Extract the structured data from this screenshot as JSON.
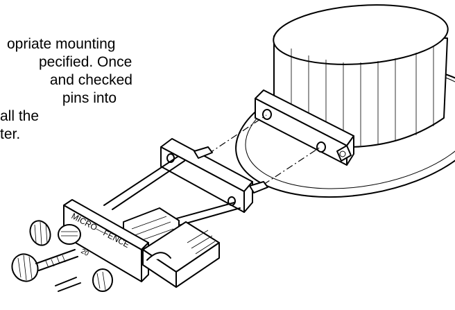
{
  "instructions": {
    "lines": [
      "opriate mounting",
      "pecified. Once",
      " and checked",
      " pins into",
      "all the",
      "ter."
    ]
  },
  "illustration": {
    "fence_label": "MICRO—FENCE",
    "scale_text": "20",
    "ink_color": "#000000",
    "paper_color": "#ffffff"
  }
}
